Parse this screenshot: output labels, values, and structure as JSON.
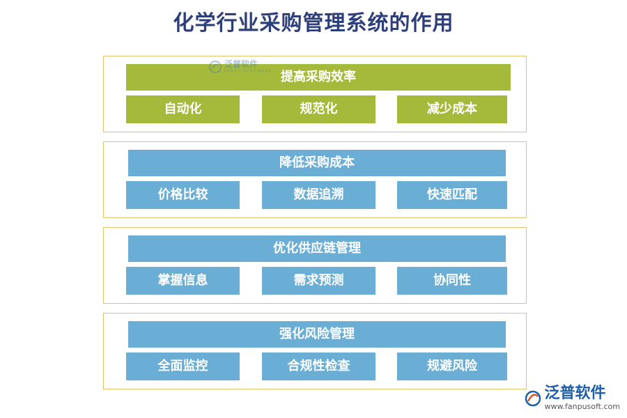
{
  "title": "化学行业采购管理系统的作用",
  "colors": {
    "green": "#a5ba3b",
    "blue": "#6aaed6",
    "border": "#e3c26a",
    "title": "#2d3f7a"
  },
  "sections": [
    {
      "header": "提高采购效率",
      "items": [
        "自动化",
        "规范化",
        "减少成本"
      ]
    },
    {
      "header": "降低采购成本",
      "items": [
        "价格比较",
        "数据追溯",
        "快速匹配"
      ]
    },
    {
      "header": "优化供应链管理",
      "items": [
        "掌握信息",
        "需求预测",
        "协同性"
      ]
    },
    {
      "header": "强化风险管理",
      "items": [
        "全面监控",
        "合规性检查",
        "规避风险"
      ]
    }
  ],
  "watermark": {
    "name": "泛普软件",
    "sub": "FANPU SOFTWARE"
  },
  "brand": {
    "name": "泛普软件",
    "url": "www.fanpusoft.com",
    "logo_icon": "fanpu-logo-icon"
  }
}
